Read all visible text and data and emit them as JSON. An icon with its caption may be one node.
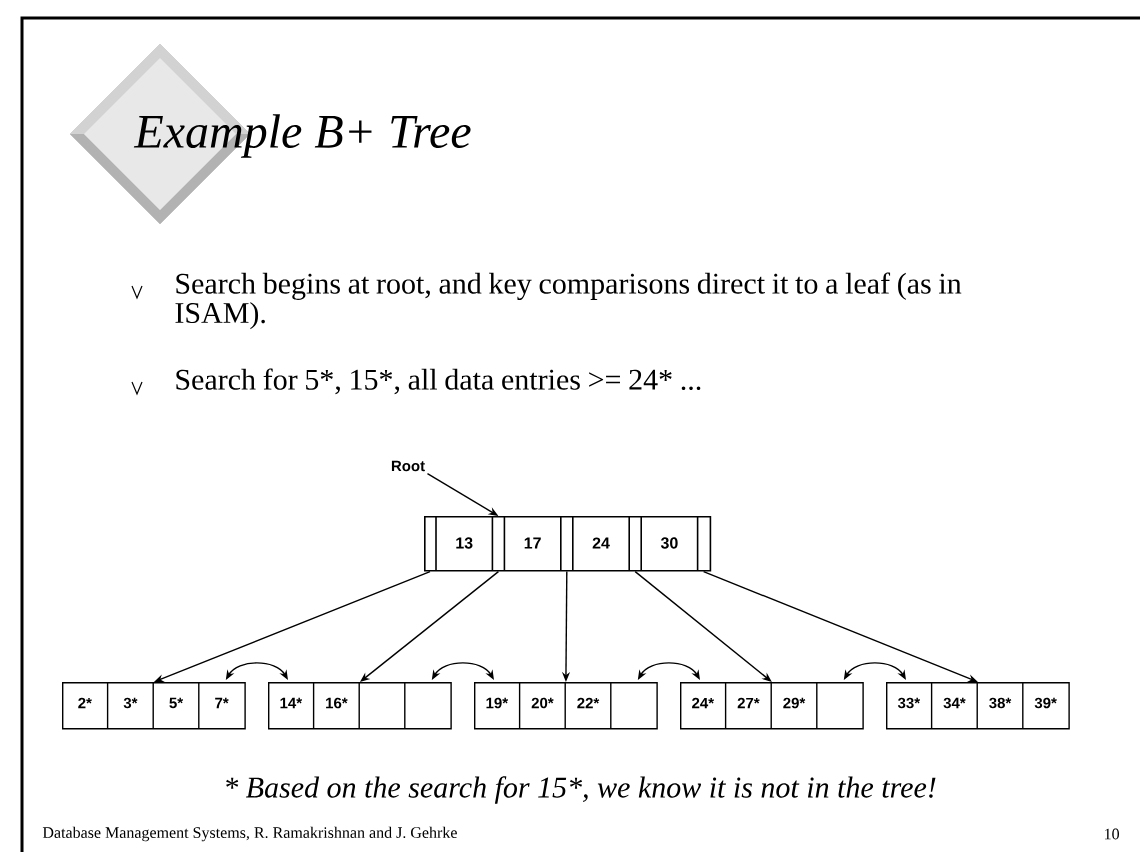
{
  "diagram": {
    "title": "Example B+ Tree",
    "nodes": [
      {
        "text": [
          "13",
          "17",
          "24",
          "30"
        ]
      },
      {
        "text": [
          "2*",
          "3*",
          "5*",
          "7*"
        ]
      },
      {
        "text": [
          "14*",
          "16*"
        ]
      },
      {
        "text": [
          "19*",
          "20*",
          "22*"
        ]
      },
      {
        "text": [
          "24*",
          "27*",
          "29*"
        ]
      },
      {
        "text": [
          "33*",
          "34*",
          "38*",
          "39*"
        ]
      },
      {
        "text": [
          "Root"
        ]
      }
    ],
    "edges": [
      {
        "from": 6,
        "to": 0,
        "arrow": "to"
      },
      {
        "from": 0,
        "to": 1,
        "arrow": "to"
      },
      {
        "from": 0,
        "to": 2,
        "arrow": "to"
      },
      {
        "from": 0,
        "to": 3,
        "arrow": "to"
      },
      {
        "from": 0,
        "to": 4,
        "arrow": "to"
      },
      {
        "from": 0,
        "to": 5,
        "arrow": "to"
      },
      {
        "from": 1,
        "to": 2,
        "arrow": "both"
      },
      {
        "from": 2,
        "to": 3,
        "arrow": "both"
      },
      {
        "from": 3,
        "to": 4,
        "arrow": "both"
      },
      {
        "from": 4,
        "to": 5,
        "arrow": "both"
      }
    ],
    "labels": [
      "Search begins at root, and key comparisons direct it to a leaf (as in ISAM).",
      "Search for 5*, 15*, all data entries >= 24* ...",
      "* Based on the search for 15*, we know it is not in the tree!",
      "Database Management Systems, R. Ramakrishnan and J. Gehrke",
      "10"
    ]
  }
}
